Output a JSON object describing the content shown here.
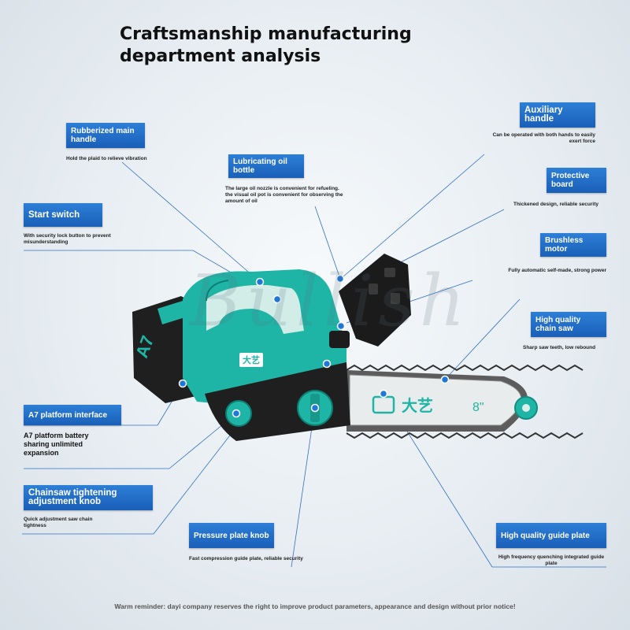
{
  "title": {
    "line1": "Craftsmanship manufacturing",
    "line2": "department analysis"
  },
  "watermark": "Bullish",
  "callouts": {
    "rubberized_handle": {
      "label": "Rubberized main handle",
      "desc": "Hold the plaid to relieve vibration"
    },
    "lubricating_oil": {
      "label": "Lubricating oil bottle",
      "desc": "The large oil nozzle is convenient for refueling. the visual oil pot is convenient for observing the amount of oil"
    },
    "auxiliary_handle": {
      "label": "Auxiliary handle",
      "desc": "Can be operated with both hands to easily exert force"
    },
    "protective_board": {
      "label": "Protective board",
      "desc": "Thickened design, reliable security"
    },
    "start_switch": {
      "label": "Start switch",
      "desc": "With security lock button to prevent misunderstanding"
    },
    "brushless_motor": {
      "label": "Brushless motor",
      "desc": "Fully automatic self-made, strong power"
    },
    "chain_saw": {
      "label": "High quality chain saw",
      "desc": "Sharp saw teeth, low rebound"
    },
    "a7_interface": {
      "label": "A7 platform interface",
      "desc": "A7 platform battery sharing unlimited expansion"
    },
    "tightening_knob": {
      "label": "Chainsaw tightening adjustment knob",
      "desc": "Quick adjustment saw chain tightness"
    },
    "pressure_plate": {
      "label": "Pressure plate knob",
      "desc": "Fast compression guide plate, reliable security"
    },
    "guide_plate": {
      "label": "High quality guide plate",
      "desc": "High frequency quenching integrated guide plate"
    }
  },
  "product": {
    "brand": "大艺",
    "battery_model": "A7",
    "bar_size": "8\""
  },
  "footer": "Warm reminder: dayi company reserves the right to improve product parameters, appearance and design without prior notice!",
  "colors": {
    "label_blue": "#1f6cc8",
    "body_teal": "#1fb5a6",
    "body_dark": "#1c1c1c"
  }
}
